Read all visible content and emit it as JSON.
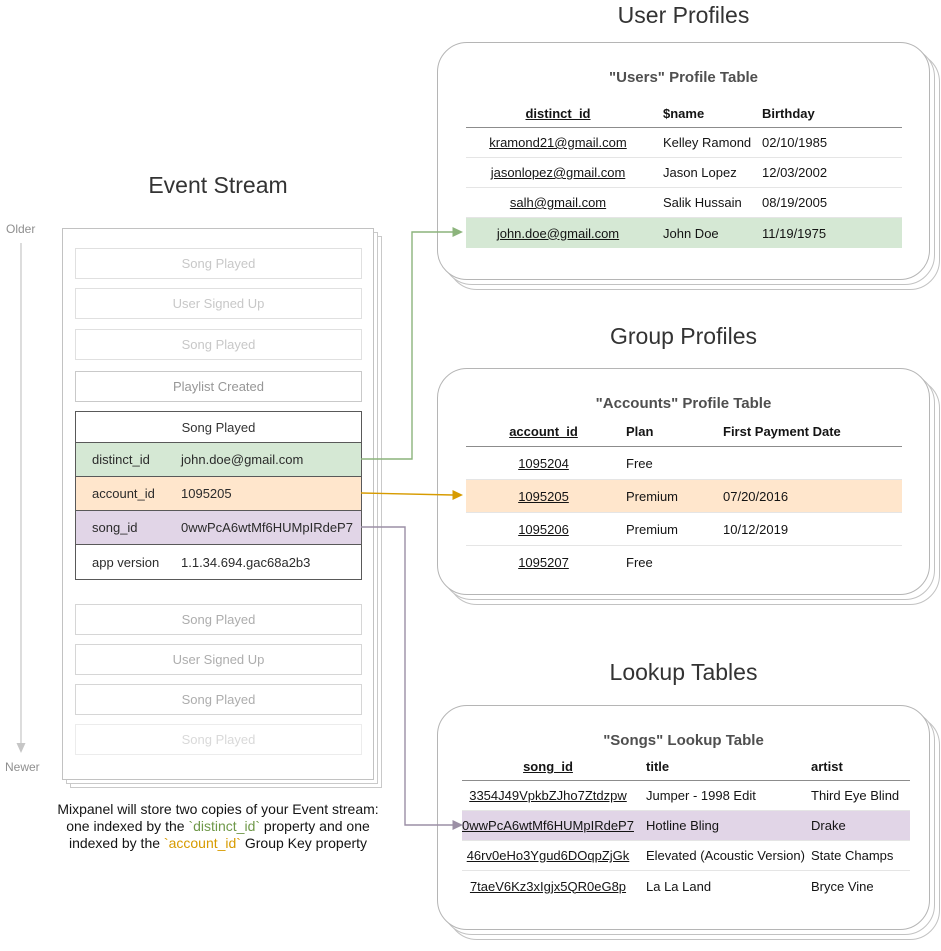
{
  "colors": {
    "green_bg": "#d5e8d4",
    "green_accent": "#82b366",
    "orange_bg": "#ffe6cc",
    "orange_accent": "#d79b00",
    "purple_bg": "#e1d5e7",
    "purple_accent": "#9673a6"
  },
  "event_stream": {
    "title": "Event Stream",
    "older_label": "Older",
    "newer_label": "Newer",
    "events_before": [
      "Song Played",
      "User Signed Up",
      "Song Played",
      "Playlist Created"
    ],
    "detail": {
      "header": "Song Played",
      "rows": [
        {
          "key": "distinct_id",
          "value": "john.doe@gmail.com",
          "highlight": "green"
        },
        {
          "key": "account_id",
          "value": "1095205",
          "highlight": "orange"
        },
        {
          "key": "song_id",
          "value": "0wwPcA6wtMf6HUMpIRdeP7",
          "highlight": "purple"
        },
        {
          "key": "app version",
          "value": "1.1.34.694.gac68a2b3",
          "highlight": "none"
        }
      ]
    },
    "events_after": [
      "Song Played",
      "User Signed Up",
      "Song Played",
      "Song Played"
    ],
    "caption": {
      "line1": "Mixpanel will store two copies of your Event stream:",
      "line2_pre": "one indexed by the ",
      "line2_code": "`distinct_id`",
      "line2_post": " property and one",
      "line3_pre": "indexed by the ",
      "line3_code": "`account_id`",
      "line3_post": " Group Key property"
    }
  },
  "user_profiles": {
    "title": "User Profiles",
    "table_title": "\"Users\" Profile Table",
    "columns": [
      "distinct_id",
      "$name",
      "Birthday"
    ],
    "highlight_row": 3,
    "rows": [
      {
        "distinct_id": "kramond21@gmail.com",
        "name": "Kelley Ramond",
        "birthday": "02/10/1985"
      },
      {
        "distinct_id": "jasonlopez@gmail.com",
        "name": "Jason Lopez",
        "birthday": "12/03/2002"
      },
      {
        "distinct_id": "salh@gmail.com",
        "name": "Salik Hussain",
        "birthday": "08/19/2005"
      },
      {
        "distinct_id": "john.doe@gmail.com",
        "name": "John Doe",
        "birthday": "11/19/1975"
      }
    ]
  },
  "group_profiles": {
    "title": "Group Profiles",
    "table_title": "\"Accounts\" Profile Table",
    "columns": [
      "account_id",
      "Plan",
      "First Payment Date"
    ],
    "highlight_row": 1,
    "rows": [
      {
        "account_id": "1095204",
        "plan": "Free",
        "first_payment_date": ""
      },
      {
        "account_id": "1095205",
        "plan": "Premium",
        "first_payment_date": "07/20/2016"
      },
      {
        "account_id": "1095206",
        "plan": "Premium",
        "first_payment_date": "10/12/2019"
      },
      {
        "account_id": "1095207",
        "plan": "Free",
        "first_payment_date": ""
      }
    ]
  },
  "lookup_tables": {
    "title": "Lookup Tables",
    "table_title": "\"Songs\" Lookup Table",
    "columns": [
      "song_id",
      "title",
      "artist"
    ],
    "highlight_row": 1,
    "rows": [
      {
        "song_id": "3354J49VpkbZJho7Ztdzpw",
        "title": "Jumper - 1998 Edit",
        "artist": "Third Eye Blind"
      },
      {
        "song_id": "0wwPcA6wtMf6HUMpIRdeP7",
        "title": "Hotline Bling",
        "artist": "Drake"
      },
      {
        "song_id": "46rv0eHo3Ygud6DOqpZjGk",
        "title": "Elevated (Acoustic Version)",
        "artist": "State Champs"
      },
      {
        "song_id": "7taeV6Kz3xIgjx5QR0eG8p",
        "title": "La La Land",
        "artist": "Bryce Vine"
      }
    ]
  }
}
